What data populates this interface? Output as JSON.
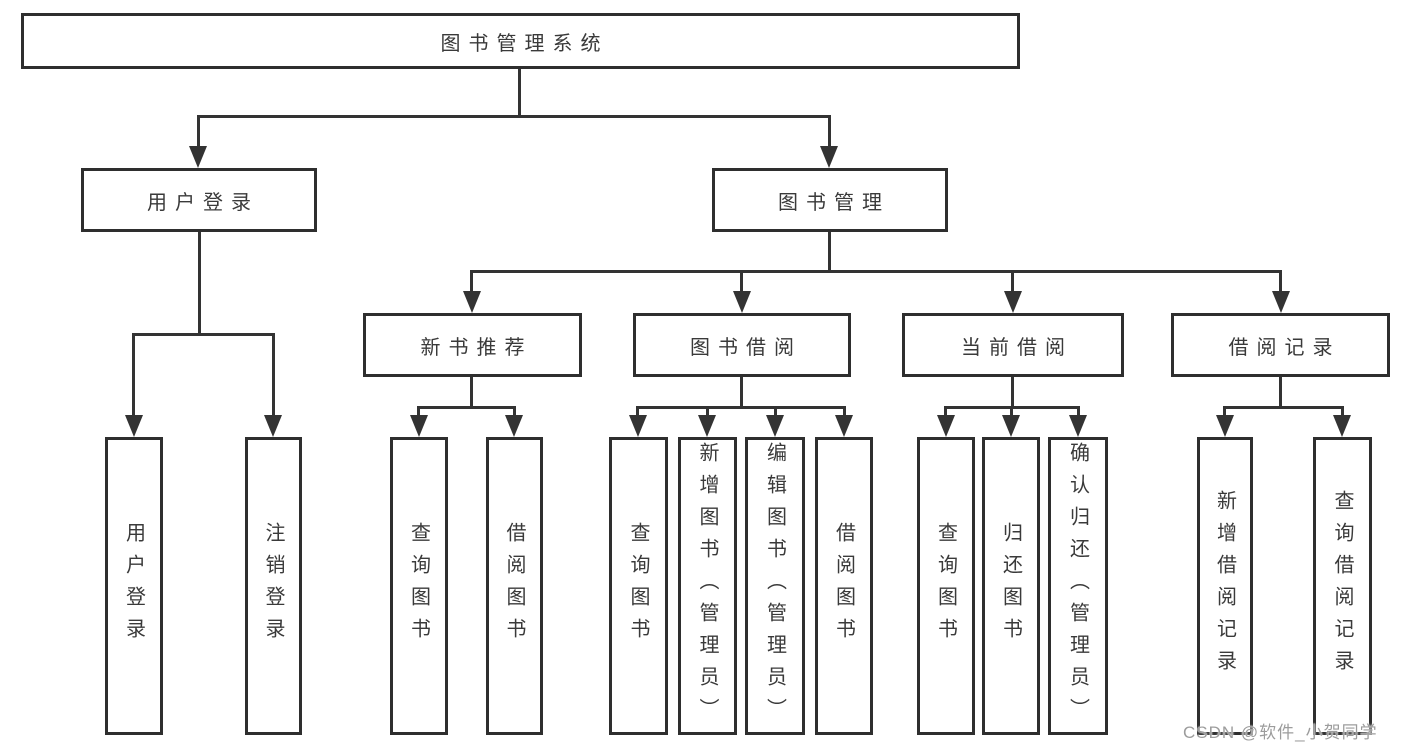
{
  "page": {
    "background": "#ffffff"
  },
  "colors": {
    "box_border": "#2e2e2e",
    "connector_line": "#333333",
    "node_text": "#3a3a3a",
    "watermark_text": "#9c9c9c"
  },
  "watermark": {
    "text": "CSDN @软件_小贺同学"
  },
  "tree": {
    "root": {
      "label": "图书管理系统"
    },
    "children": [
      {
        "label": "用户登录",
        "children": [
          {
            "label": "用户登录"
          },
          {
            "label": "注销登录"
          }
        ]
      },
      {
        "label": "图书管理",
        "children": [
          {
            "label": "新书推荐",
            "children": [
              {
                "label": "查询图书"
              },
              {
                "label": "借阅图书"
              }
            ]
          },
          {
            "label": "图书借阅",
            "children": [
              {
                "label": "查询图书"
              },
              {
                "label": "新增图书（管理员）"
              },
              {
                "label": "编辑图书（管理员）"
              },
              {
                "label": "借阅图书"
              }
            ]
          },
          {
            "label": "当前借阅",
            "children": [
              {
                "label": "查询图书"
              },
              {
                "label": "归还图书"
              },
              {
                "label": "确认归还（管理员）"
              }
            ]
          },
          {
            "label": "借阅记录",
            "children": [
              {
                "label": "新增借阅记录"
              },
              {
                "label": "查询借阅记录"
              }
            ]
          }
        ]
      }
    ]
  }
}
